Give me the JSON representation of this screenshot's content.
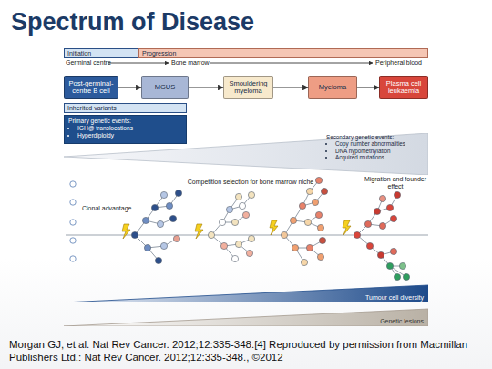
{
  "diagram": {
    "title": "Spectrum of Disease",
    "caption": "Morgan GJ, et al. Nat Rev Cancer. 2012;12:335-348.[4] Reproduced by permission from Macmillan Publishers Ltd.: Nat Rev Cancer. 2012;12:335-348., ©2012",
    "nodes": [
      {
        "text": [
          "Initiation"
        ]
      },
      {
        "text": [
          "Progression"
        ]
      },
      {
        "text": [
          "Post-germinal-centre B cell"
        ]
      },
      {
        "text": [
          "MGUS"
        ]
      },
      {
        "text": [
          "Smouldering myeloma"
        ]
      },
      {
        "text": [
          "Myeloma"
        ]
      },
      {
        "text": [
          "Plasma cell leukaemia"
        ]
      },
      {
        "text": [
          "Inherited variants"
        ]
      },
      {
        "text": [
          "Primary genetic events:",
          "IGH@ translocations",
          "Hyperdiploidy"
        ]
      },
      {
        "text": [
          "Secondary genetic events:",
          "Copy number abnormalities",
          "DNA hypomethylation",
          "Acquired mutations"
        ]
      },
      {
        "text": [
          "Tumour cell diversity"
        ]
      },
      {
        "text": [
          "Genetic lesions"
        ]
      }
    ],
    "edges": [
      {
        "from": 2,
        "to": 3,
        "arrow": "to"
      },
      {
        "from": 3,
        "to": 4,
        "arrow": "to"
      },
      {
        "from": 4,
        "to": 5,
        "arrow": "to"
      },
      {
        "from": 5,
        "to": 6,
        "arrow": "to"
      }
    ],
    "labels": [
      "Germinal centre",
      "Bone marrow",
      "Peripheral blood",
      "Clonal advantage",
      "Competition selection for bone marrow niche",
      "Migration and founder effect"
    ]
  }
}
